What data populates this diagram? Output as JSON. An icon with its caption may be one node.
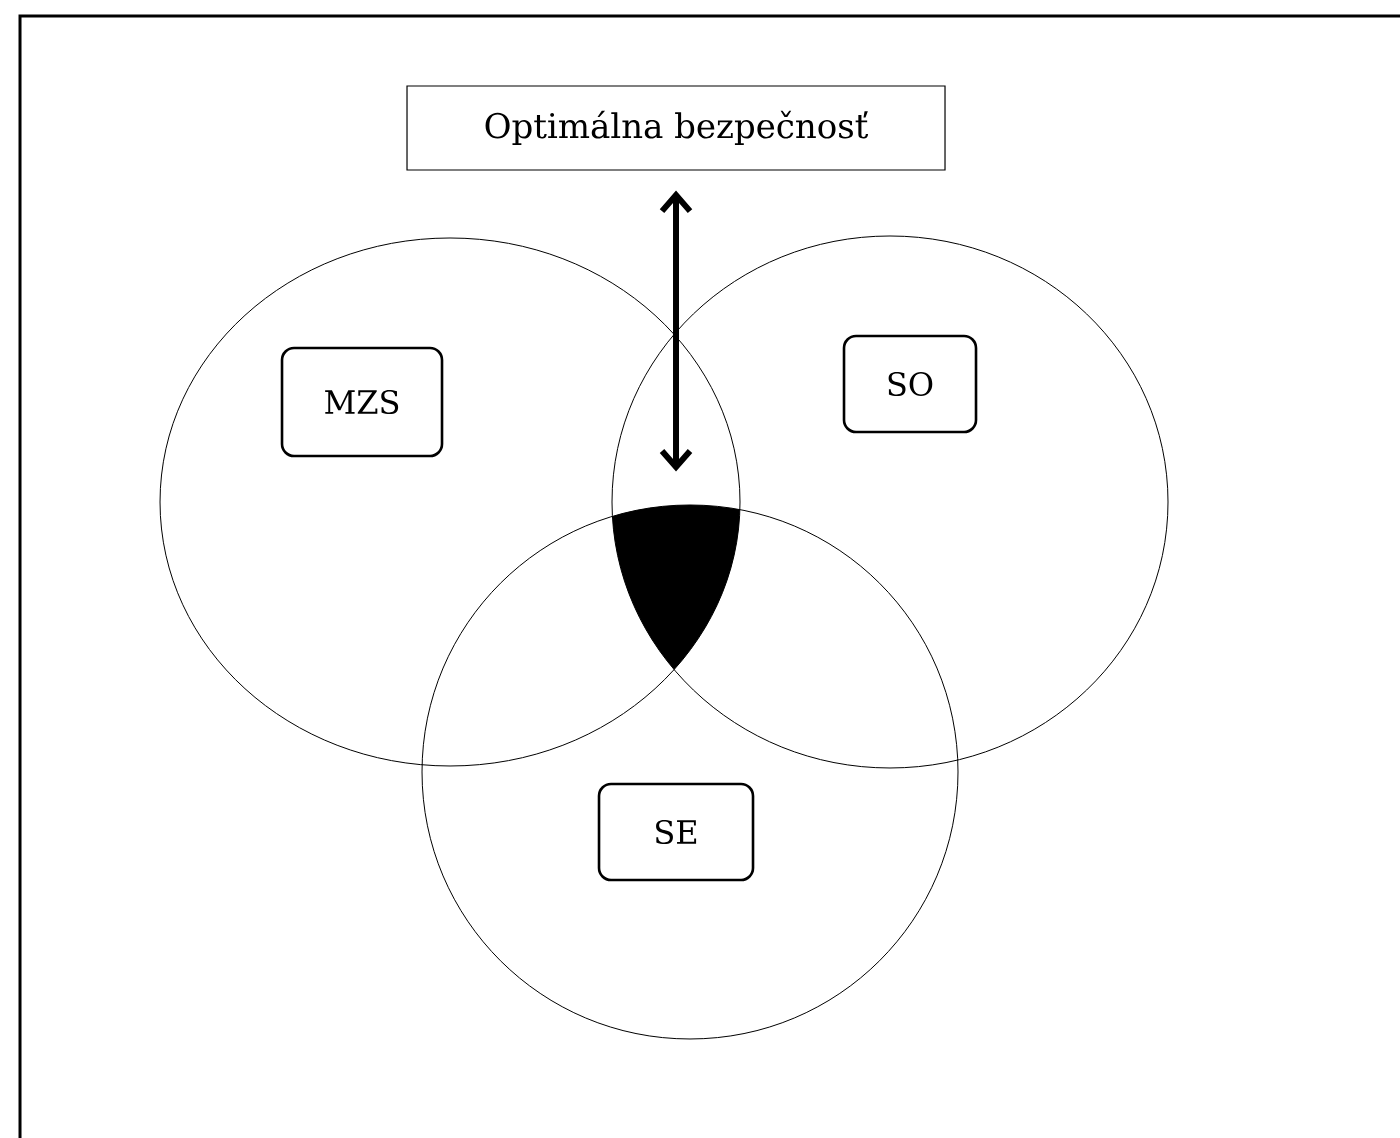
{
  "diagram": {
    "nodes": [
      {
        "text": [
          "Optimálna bezpečnosť"
        ]
      },
      {
        "text": [],
        "shape": "circle"
      },
      {
        "text": [
          "MZS"
        ],
        "in": 1
      },
      {
        "text": [],
        "shape": "circle"
      },
      {
        "text": [
          "SO"
        ],
        "in": 3
      },
      {
        "text": [],
        "shape": "circle"
      },
      {
        "text": [
          "SE"
        ],
        "in": 5
      },
      {
        "text": [],
        "shape": "lens"
      }
    ],
    "edges": [
      {
        "from": 0,
        "to": 7,
        "arrow": "both"
      }
    ]
  }
}
